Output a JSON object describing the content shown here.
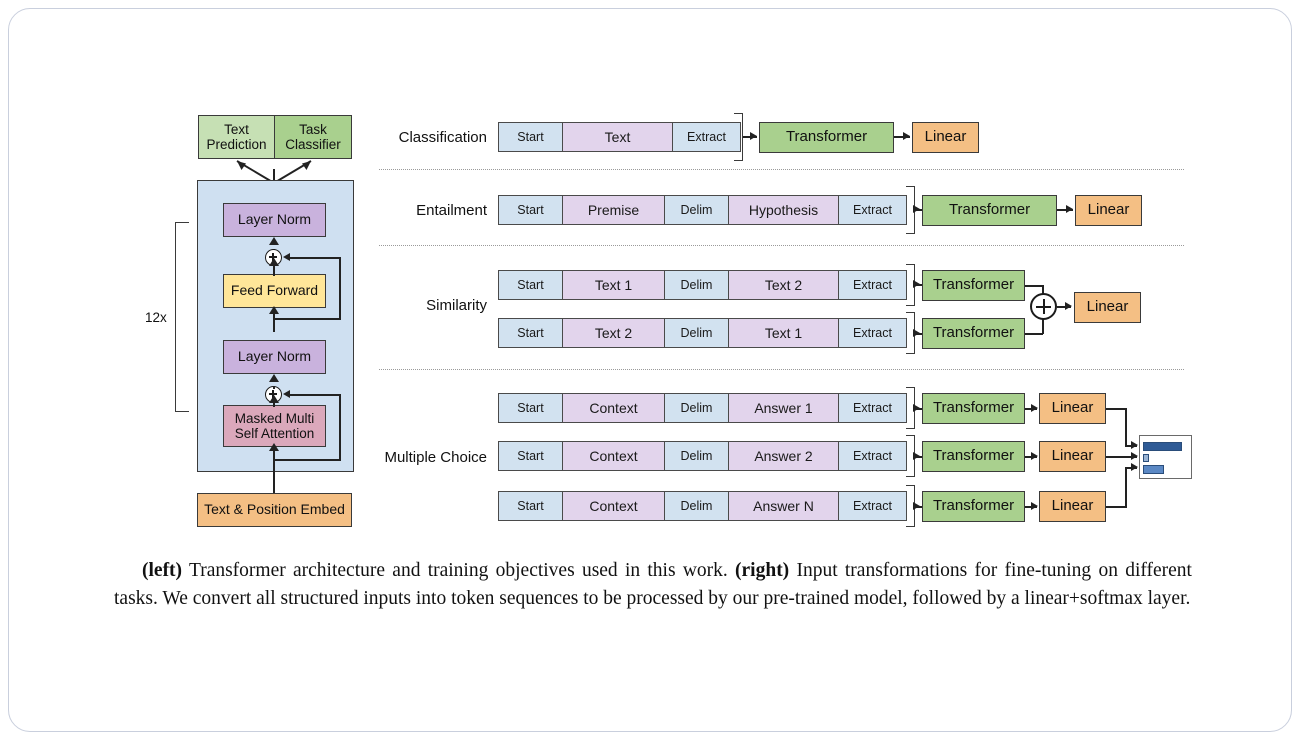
{
  "figure": {
    "left_panel": {
      "heads": [
        {
          "label": "Text\nPrediction"
        },
        {
          "label": "Task\nClassifier"
        }
      ],
      "repeat_label": "12x",
      "stack": [
        {
          "label": "Layer Norm"
        },
        {
          "label": "Feed Forward"
        },
        {
          "label": "Layer Norm"
        },
        {
          "label": "Masked Multi\nSelf Attention"
        }
      ],
      "embed": {
        "label": "Text & Position Embed"
      },
      "add_symbol": "+"
    },
    "right_panel": {
      "transformer_label": "Transformer",
      "linear_label": "Linear",
      "add_symbol": "+",
      "tasks": [
        {
          "name": "Classification",
          "rows": [
            {
              "tokens": [
                {
                  "text": "Start",
                  "type": "blue",
                  "width": 64
                },
                {
                  "text": "Text",
                  "type": "purple",
                  "width": 110
                },
                {
                  "text": "Extract",
                  "type": "blue",
                  "width": 67
                }
              ]
            }
          ]
        },
        {
          "name": "Entailment",
          "rows": [
            {
              "tokens": [
                {
                  "text": "Start",
                  "type": "blue",
                  "width": 64
                },
                {
                  "text": "Premise",
                  "type": "purple",
                  "width": 102
                },
                {
                  "text": "Delim",
                  "type": "blue",
                  "width": 64
                },
                {
                  "text": "Hypothesis",
                  "type": "purple",
                  "width": 110
                },
                {
                  "text": "Extract",
                  "type": "blue",
                  "width": 67
                }
              ]
            }
          ]
        },
        {
          "name": "Similarity",
          "rows": [
            {
              "tokens": [
                {
                  "text": "Start",
                  "type": "blue",
                  "width": 64
                },
                {
                  "text": "Text 1",
                  "type": "purple",
                  "width": 102
                },
                {
                  "text": "Delim",
                  "type": "blue",
                  "width": 64
                },
                {
                  "text": "Text 2",
                  "type": "purple",
                  "width": 110
                },
                {
                  "text": "Extract",
                  "type": "blue",
                  "width": 67
                }
              ]
            },
            {
              "tokens": [
                {
                  "text": "Start",
                  "type": "blue",
                  "width": 64
                },
                {
                  "text": "Text 2",
                  "type": "purple",
                  "width": 102
                },
                {
                  "text": "Delim",
                  "type": "blue",
                  "width": 64
                },
                {
                  "text": "Text 1",
                  "type": "purple",
                  "width": 110
                },
                {
                  "text": "Extract",
                  "type": "blue",
                  "width": 67
                }
              ]
            }
          ]
        },
        {
          "name": "Multiple Choice",
          "rows": [
            {
              "tokens": [
                {
                  "text": "Start",
                  "type": "blue",
                  "width": 64
                },
                {
                  "text": "Context",
                  "type": "purple",
                  "width": 102
                },
                {
                  "text": "Delim",
                  "type": "blue",
                  "width": 64
                },
                {
                  "text": "Answer 1",
                  "type": "purple",
                  "width": 110
                },
                {
                  "text": "Extract",
                  "type": "blue",
                  "width": 67
                }
              ]
            },
            {
              "tokens": [
                {
                  "text": "Start",
                  "type": "blue",
                  "width": 64
                },
                {
                  "text": "Context",
                  "type": "purple",
                  "width": 102
                },
                {
                  "text": "Delim",
                  "type": "blue",
                  "width": 64
                },
                {
                  "text": "Answer 2",
                  "type": "purple",
                  "width": 110
                },
                {
                  "text": "Extract",
                  "type": "blue",
                  "width": 67
                }
              ]
            },
            {
              "tokens": [
                {
                  "text": "Start",
                  "type": "blue",
                  "width": 64
                },
                {
                  "text": "Context",
                  "type": "purple",
                  "width": 102
                },
                {
                  "text": "Delim",
                  "type": "blue",
                  "width": 64
                },
                {
                  "text": "Answer N",
                  "type": "purple",
                  "width": 110
                },
                {
                  "text": "Extract",
                  "type": "blue",
                  "width": 67
                }
              ]
            }
          ]
        }
      ],
      "softmax_chart": {
        "type": "bar",
        "orientation": "horizontal",
        "bars": [
          {
            "value": 0.78,
            "color": "#2f5b96"
          },
          {
            "value": 0.1,
            "color": "#9ab4d4"
          },
          {
            "value": 0.4,
            "color": "#5b88c4"
          }
        ]
      }
    }
  },
  "caption": {
    "bold_left": "(left)",
    "text_1": " Transformer architecture and training objectives used in this work. ",
    "bold_right": "(right)",
    "text_2": " Input transformations for fine-tuning on different tasks.  We convert all structured inputs into token sequences to be processed by our pre-trained model, followed by a linear+softmax layer."
  },
  "colors": {
    "transformer_green": "#a9d08e",
    "linear_orange": "#f4bf84",
    "layer_norm_purple": "#c9b2dd",
    "feed_forward_yellow": "#ffe699",
    "attention_pink": "#dba8bb",
    "block_panel_blue": "#cfe0f1",
    "token_blue": "#d2e2f0",
    "token_purple": "#e2d4ec"
  }
}
